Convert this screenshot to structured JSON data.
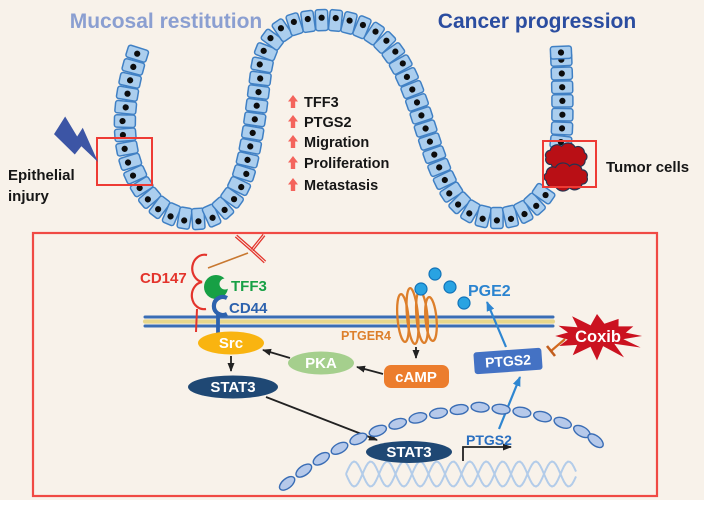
{
  "top": {
    "title_left": "Mucosal restitution",
    "title_right": "Cancer progression",
    "injury_label_line1": "Epithelial",
    "injury_label_line2": "injury",
    "tumor_label": "Tumor cells",
    "upregulated": [
      "TFF3",
      "PTGS2",
      "Migration",
      "Proliferation",
      "Metastasis"
    ]
  },
  "pathway": {
    "cd147": "CD147",
    "tff3": "TFF3",
    "cd44": "CD44",
    "src": "Src",
    "stat3_cyto": "STAT3",
    "pka": "PKA",
    "camp": "cAMP",
    "ptger4": "PTGER4",
    "pge2": "PGE2",
    "ptgs2_protein": "PTGS2",
    "coxib": "Coxib",
    "stat3_nucleus": "STAT3",
    "ptgs2_gene": "PTGS2"
  },
  "colors": {
    "background": "#f8f2ea",
    "cell_fill": "#abceee",
    "cell_border": "#4080c4",
    "nucleus_dot": "#0d0d0d",
    "title_left": "#8b9fd1",
    "title_right": "#2b4da0",
    "red_accent": "#ee3b35",
    "list_arrow": "#f4645c",
    "list_text": "#161616",
    "tumor_fill": "#b90f15",
    "tumor_outline": "#263350",
    "bolt": "#3c55a5",
    "membrane_blue": "#3a6db5",
    "membrane_yellow": "#e7d78c",
    "tff3_green": "#17a045",
    "cd44_blue": "#2d62ae",
    "cd147_red": "#e3342c",
    "src_fill": "#f9b410",
    "stat3_fill": "#1f4874",
    "pka_fill": "#a5cf8d",
    "camp_fill": "#ec7d2d",
    "ptger4_orange": "#dd7f2b",
    "ptgs2_fill": "#4472c4",
    "pge2_blue": "#2b84d0",
    "blue_arrow": "#2e86d1",
    "coxib_fill": "#cb1220",
    "bead_fill": "#b6c9ea",
    "bead_stroke": "#3a6db5",
    "dna": "#b3cce9",
    "arrow_black": "#222222",
    "antibody_orange": "#c87830"
  }
}
